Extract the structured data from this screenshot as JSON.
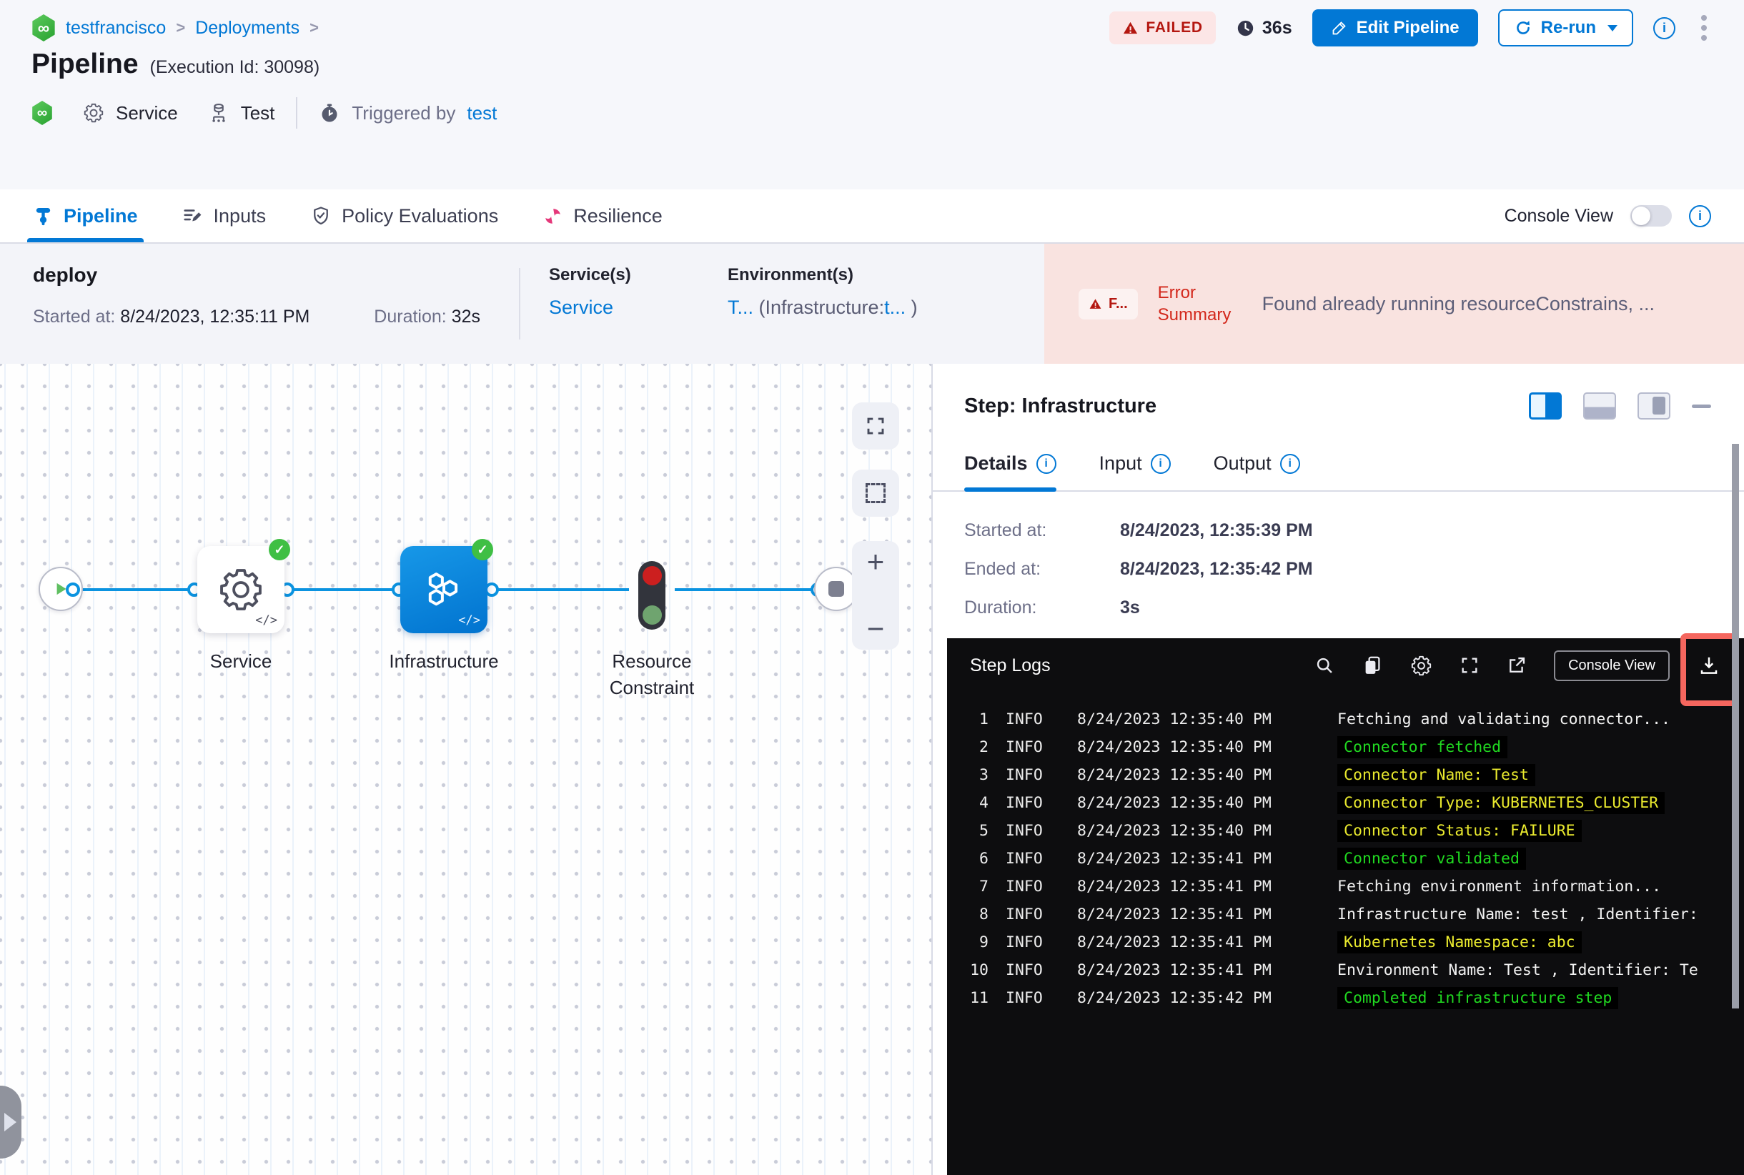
{
  "colors": {
    "accent_blue": "#0278d5",
    "failed_red": "#b41710",
    "error_bg": "#f9e3e0",
    "success_green": "#3fbf44",
    "log_green": "#21d921",
    "log_yellow": "#eaea2e",
    "resilience_pink": "#e5387a",
    "highlight_red": "#f4665e"
  },
  "icons": {
    "infinity": "∞",
    "check": "✓",
    "code": "</>",
    "plus": "+",
    "minus": "−"
  },
  "breadcrumb": {
    "org": "testfrancisco",
    "section": "Deployments",
    "sep": ">"
  },
  "header": {
    "title": "Pipeline",
    "execution_id": "(Execution Id: 30098)",
    "status_badge": "FAILED",
    "elapsed": "36s",
    "edit_button": "Edit Pipeline",
    "rerun_button": "Re-run",
    "meta": {
      "service_label": "Service",
      "test_label": "Test",
      "triggered_by": "Triggered by",
      "triggered_user": "test"
    }
  },
  "tabs": {
    "items": [
      {
        "label": "Pipeline"
      },
      {
        "label": "Inputs"
      },
      {
        "label": "Policy Evaluations"
      },
      {
        "label": "Resilience"
      }
    ],
    "console_view_label": "Console View"
  },
  "summary": {
    "stage_name": "deploy",
    "started_label": "Started at:",
    "started_value": " 8/24/2023, 12:35:11 PM",
    "duration_label": "Duration:",
    "duration_value": " 32s",
    "services_label": "Service(s)",
    "service_link": "Service",
    "environments_label": "Environment(s)",
    "env_part_a": "T...",
    "env_part_b": " (Infrastructure:",
    "env_part_c": "t...",
    "env_part_d": " )",
    "error_chip": "F...",
    "error_label_line1": "Error",
    "error_label_line2": "Summary",
    "error_message": "Found already running resourceConstrains, ..."
  },
  "graph": {
    "nodes": [
      {
        "label": "Service"
      },
      {
        "label": "Infrastructure"
      },
      {
        "label": "Resource Constraint"
      }
    ]
  },
  "step_panel": {
    "title": "Step: Infrastructure",
    "tabs": [
      {
        "label": "Details"
      },
      {
        "label": "Input"
      },
      {
        "label": "Output"
      }
    ],
    "details": [
      {
        "label": "Started at:",
        "value": "8/24/2023, 12:35:39 PM"
      },
      {
        "label": "Ended at:",
        "value": "8/24/2023, 12:35:42 PM"
      },
      {
        "label": "Duration:",
        "value": "3s"
      }
    ]
  },
  "logs": {
    "title": "Step Logs",
    "console_view_button": "Console View",
    "lines": [
      {
        "num": "1",
        "level": "INFO",
        "time": "8/24/2023 12:35:40 PM",
        "msg": "Fetching and validating connector...",
        "color": "white"
      },
      {
        "num": "2",
        "level": "INFO",
        "time": "8/24/2023 12:35:40 PM",
        "msg": "Connector fetched",
        "color": "green"
      },
      {
        "num": "3",
        "level": "INFO",
        "time": "8/24/2023 12:35:40 PM",
        "msg": "Connector Name: Test",
        "color": "yellow"
      },
      {
        "num": "4",
        "level": "INFO",
        "time": "8/24/2023 12:35:40 PM",
        "msg": "Connector Type: KUBERNETES_CLUSTER",
        "color": "yellow"
      },
      {
        "num": "5",
        "level": "INFO",
        "time": "8/24/2023 12:35:40 PM",
        "msg": "Connector Status: FAILURE",
        "color": "yellow"
      },
      {
        "num": "6",
        "level": "INFO",
        "time": "8/24/2023 12:35:41 PM",
        "msg": "Connector validated",
        "color": "green"
      },
      {
        "num": "7",
        "level": "INFO",
        "time": "8/24/2023 12:35:41 PM",
        "msg": "Fetching environment information...",
        "color": "white"
      },
      {
        "num": "8",
        "level": "INFO",
        "time": "8/24/2023 12:35:41 PM",
        "msg": "Infrastructure Name: test , Identifier:",
        "color": "white"
      },
      {
        "num": "9",
        "level": "INFO",
        "time": "8/24/2023 12:35:41 PM",
        "msg": "Kubernetes Namespace: abc",
        "color": "yellow"
      },
      {
        "num": "10",
        "level": "INFO",
        "time": "8/24/2023 12:35:41 PM",
        "msg": "Environment Name: Test , Identifier: Te",
        "color": "white"
      },
      {
        "num": "11",
        "level": "INFO",
        "time": "8/24/2023 12:35:42 PM",
        "msg": "Completed infrastructure step",
        "color": "green"
      }
    ]
  }
}
